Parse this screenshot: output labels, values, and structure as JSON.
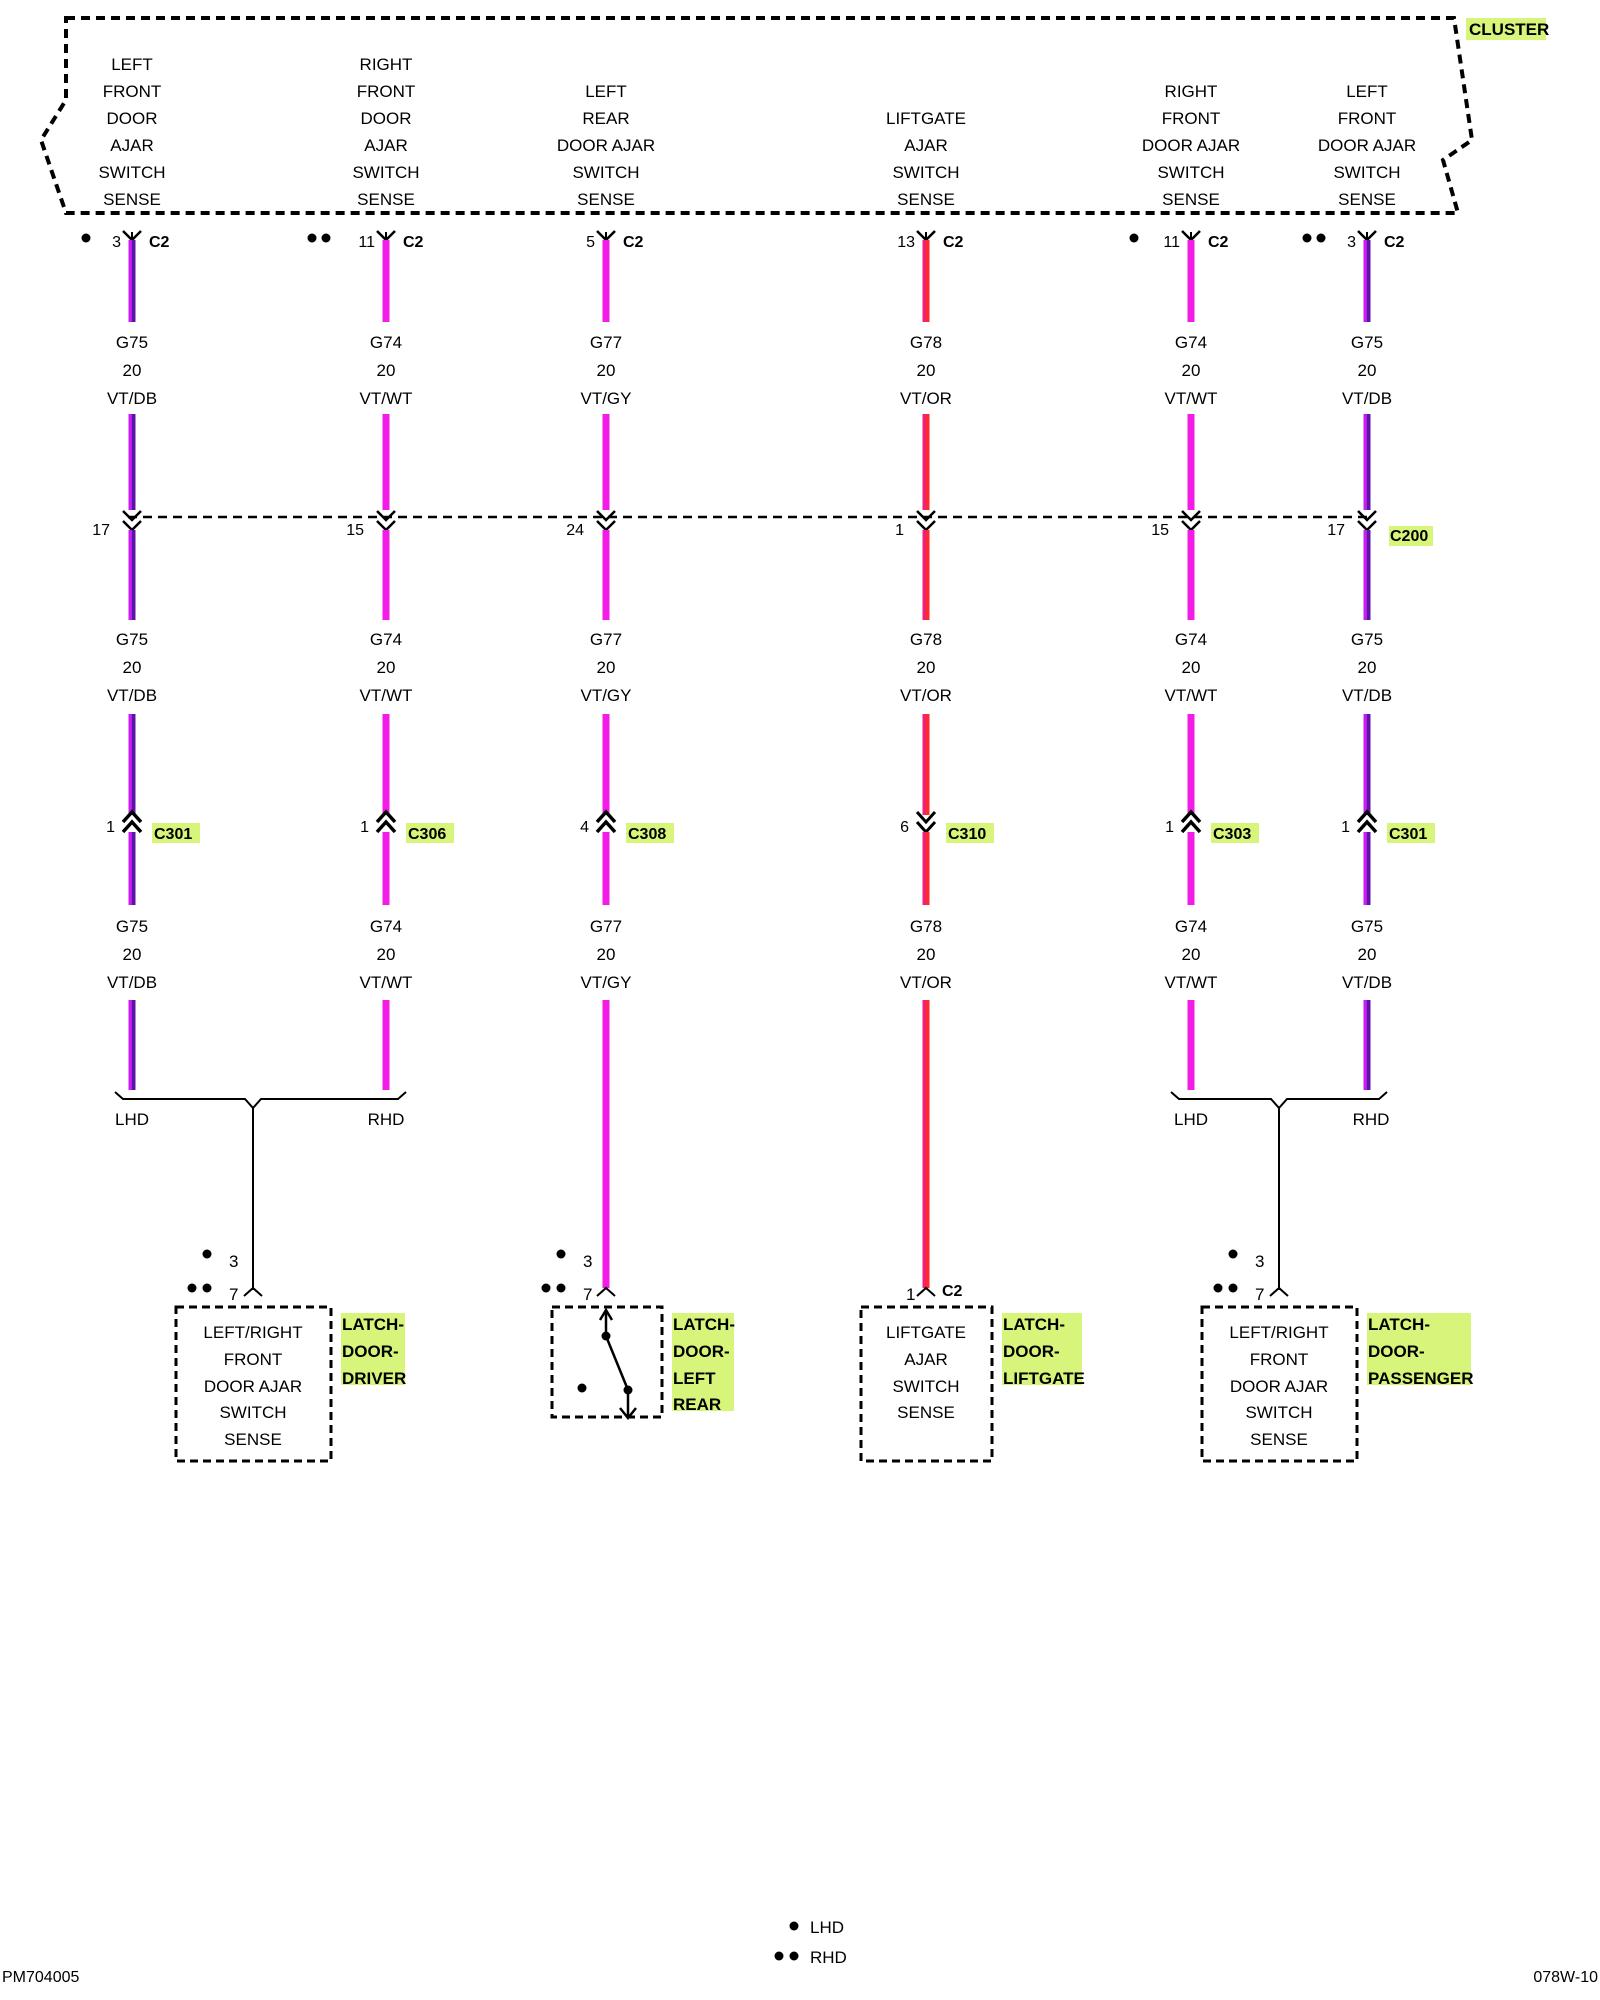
{
  "colors": {
    "hl": "#d7f57a",
    "VT/DB": [
      "#c81cf0",
      "#5a14a8"
    ],
    "VT/WT": [
      "#f21ce6",
      "#f21ce6"
    ],
    "VT/GY": [
      "#f21ce6",
      "#f21ce6"
    ],
    "VT/OR": [
      "#f0207a",
      "#ff2a2a"
    ]
  },
  "cluster": {
    "label": "CLUSTER",
    "columns": [
      {
        "desc": [
          "LEFT",
          "FRONT",
          "DOOR",
          "AJAR",
          "SWITCH",
          "SENSE"
        ],
        "marker": "•",
        "pin": "3",
        "conn": "C2",
        "wire": "VT/DB",
        "seg1": {
          "circuit": "G75",
          "gauge": "20",
          "color": "VT/DB"
        },
        "c200_pin": "17",
        "seg2": {
          "circuit": "G75",
          "gauge": "20",
          "color": "VT/DB"
        },
        "lower_pin": "1",
        "lower_conn": "C301",
        "lower_dir": "up",
        "seg3": {
          "circuit": "G75",
          "gauge": "20",
          "color": "VT/DB"
        }
      },
      {
        "desc": [
          "RIGHT",
          "FRONT",
          "DOOR",
          "AJAR",
          "SWITCH",
          "SENSE"
        ],
        "marker": "••",
        "pin": "11",
        "conn": "C2",
        "wire": "VT/WT",
        "seg1": {
          "circuit": "G74",
          "gauge": "20",
          "color": "VT/WT"
        },
        "c200_pin": "15",
        "seg2": {
          "circuit": "G74",
          "gauge": "20",
          "color": "VT/WT"
        },
        "lower_pin": "1",
        "lower_conn": "C306",
        "lower_dir": "up",
        "seg3": {
          "circuit": "G74",
          "gauge": "20",
          "color": "VT/WT"
        }
      },
      {
        "desc": [
          "LEFT",
          "REAR",
          "DOOR AJAR",
          "SWITCH",
          "SENSE"
        ],
        "marker": "",
        "pin": "5",
        "conn": "C2",
        "wire": "VT/GY",
        "seg1": {
          "circuit": "G77",
          "gauge": "20",
          "color": "VT/GY"
        },
        "c200_pin": "24",
        "seg2": {
          "circuit": "G77",
          "gauge": "20",
          "color": "VT/GY"
        },
        "lower_pin": "4",
        "lower_conn": "C308",
        "lower_dir": "up",
        "seg3": {
          "circuit": "G77",
          "gauge": "20",
          "color": "VT/GY"
        }
      },
      {
        "desc": [
          "LIFTGATE",
          "AJAR",
          "SWITCH",
          "SENSE"
        ],
        "marker": "",
        "pin": "13",
        "conn": "C2",
        "wire": "VT/OR",
        "seg1": {
          "circuit": "G78",
          "gauge": "20",
          "color": "VT/OR"
        },
        "c200_pin": "1",
        "seg2": {
          "circuit": "G78",
          "gauge": "20",
          "color": "VT/OR"
        },
        "lower_pin": "6",
        "lower_conn": "C310",
        "lower_dir": "down",
        "seg3": {
          "circuit": "G78",
          "gauge": "20",
          "color": "VT/OR"
        }
      },
      {
        "desc": [
          "RIGHT",
          "FRONT",
          "DOOR AJAR",
          "SWITCH",
          "SENSE"
        ],
        "marker": "•",
        "pin": "11",
        "conn": "C2",
        "wire": "VT/WT",
        "seg1": {
          "circuit": "G74",
          "gauge": "20",
          "color": "VT/WT"
        },
        "c200_pin": "15",
        "seg2": {
          "circuit": "G74",
          "gauge": "20",
          "color": "VT/WT"
        },
        "lower_pin": "1",
        "lower_conn": "C303",
        "lower_dir": "up",
        "seg3": {
          "circuit": "G74",
          "gauge": "20",
          "color": "VT/WT"
        }
      },
      {
        "desc": [
          "LEFT",
          "FRONT",
          "DOOR AJAR",
          "SWITCH",
          "SENSE"
        ],
        "marker": "••",
        "pin": "3",
        "conn": "C2",
        "wire": "VT/DB",
        "seg1": {
          "circuit": "G75",
          "gauge": "20",
          "color": "VT/DB"
        },
        "c200_pin": "17",
        "seg2": {
          "circuit": "G75",
          "gauge": "20",
          "color": "VT/DB"
        },
        "lower_pin": "1",
        "lower_conn": "C301",
        "lower_dir": "up",
        "seg3": {
          "circuit": "G75",
          "gauge": "20",
          "color": "VT/DB"
        }
      }
    ]
  },
  "c200_label": "C200",
  "branches": [
    {
      "left": "LHD",
      "right": "RHD"
    },
    {
      "left": "LHD",
      "right": "RHD"
    }
  ],
  "components": [
    {
      "pin_lhd": "3",
      "pin_rhd": "7",
      "lines": [
        "LEFT/RIGHT",
        "FRONT",
        "DOOR AJAR",
        "SWITCH",
        "SENSE"
      ],
      "name": [
        "LATCH-",
        "DOOR-",
        "DRIVER"
      ]
    },
    {
      "pin_lhd": "3",
      "pin_rhd": "7",
      "lines": [],
      "name": [
        "LATCH-",
        "DOOR-",
        "LEFT",
        "REAR"
      ]
    },
    {
      "pin": "1",
      "conn": "C2",
      "lines": [
        "LIFTGATE",
        "AJAR",
        "SWITCH",
        "SENSE"
      ],
      "name": [
        "LATCH-",
        "DOOR-",
        "LIFTGATE"
      ]
    },
    {
      "pin_lhd": "3",
      "pin_rhd": "7",
      "lines": [
        "LEFT/RIGHT",
        "FRONT",
        "DOOR AJAR",
        "SWITCH",
        "SENSE"
      ],
      "name": [
        "LATCH-",
        "DOOR-",
        "PASSENGER"
      ]
    }
  ],
  "legend": {
    "lhd": "LHD",
    "rhd": "RHD"
  },
  "footer": {
    "left": "PM704005",
    "right": "078W-10"
  }
}
